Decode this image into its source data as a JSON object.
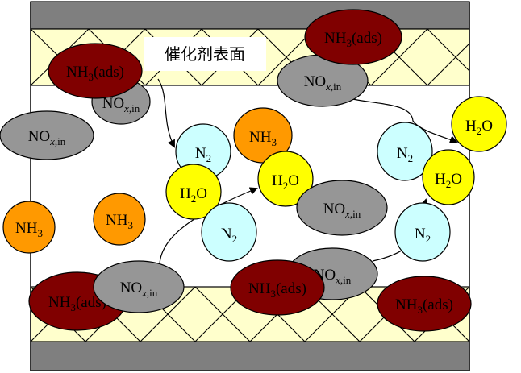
{
  "catalyst_label": "催化剂表面",
  "species": {
    "nh3_ads": {
      "base": "NH",
      "sub": "3",
      "suffix": "(ads)"
    },
    "nh3": {
      "base": "NH",
      "sub": "3"
    },
    "nox_in": {
      "base": "NO",
      "sub_italic": "x",
      "sub_rest": ",in"
    },
    "n2": {
      "base": "N",
      "sub": "2"
    },
    "h2o": {
      "base": "H",
      "sub": "2",
      "suffix": "O"
    }
  },
  "colors": {
    "frame_gray": "#7f7f7f",
    "catalyst_fill": "#ffffcc",
    "nh3_ads": "#800000",
    "nh3": "#ff9900",
    "nox": "#969696",
    "n2": "#ccffff",
    "h2o": "#ffff00",
    "outline": "#000000"
  }
}
